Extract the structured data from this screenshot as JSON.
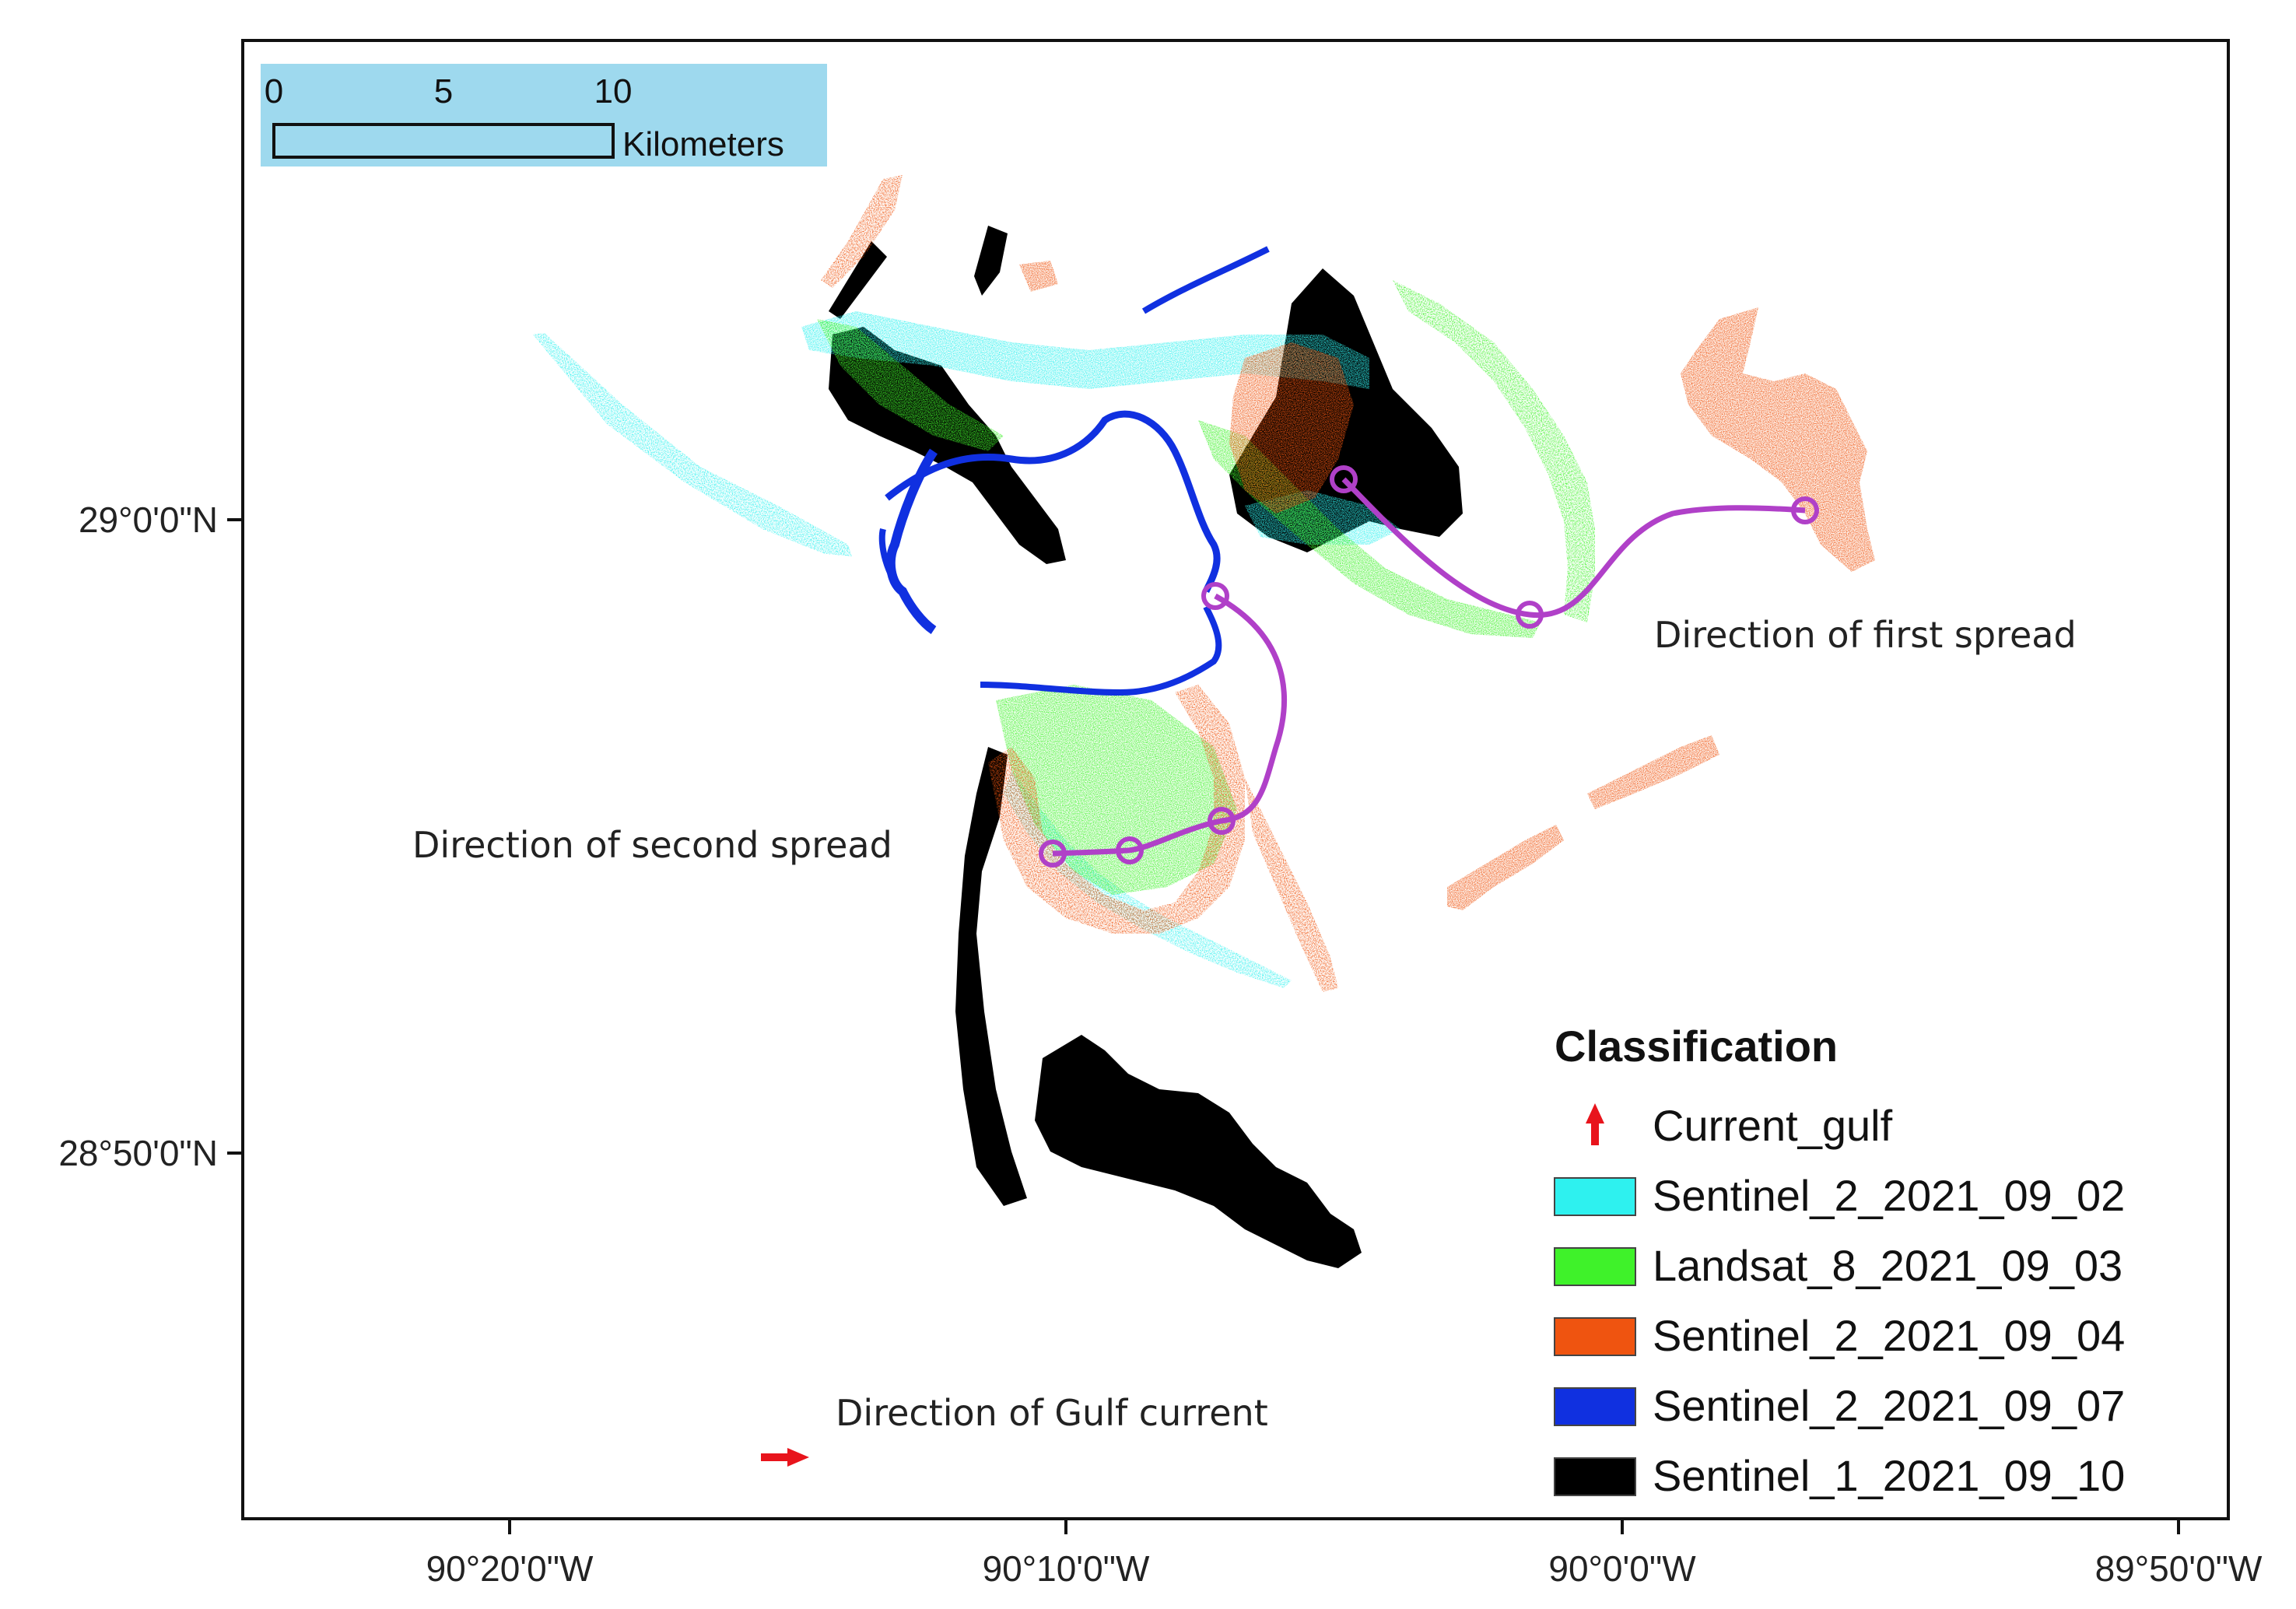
{
  "map": {
    "scale_bar": {
      "ticks": [
        "0",
        "5",
        "10"
      ],
      "unit": "Kilometers",
      "background": "#9ed9ee"
    },
    "latitude_labels": [
      "29°0'0\"N",
      "28°50'0\"N"
    ],
    "longitude_labels": [
      "90°20'0\"W",
      "90°10'0\"W",
      "90°0'0\"W",
      "89°50'0\"W"
    ],
    "annotations": {
      "first_spread": "Direction of first spread",
      "second_spread": "Direction of second spread",
      "gulf_current": "Direction of Gulf current"
    },
    "legend": {
      "title": "Classification",
      "items": [
        {
          "label": "Current_gulf",
          "color": "#e8141c",
          "symbol": "arrow-up-icon"
        },
        {
          "label": "Sentinel_2_2021_09_02",
          "color": "#2ef1ef"
        },
        {
          "label": "Landsat_8_2021_09_03",
          "color": "#3ff22a"
        },
        {
          "label": "Sentinel_2_2021_09_04",
          "color": "#ef5410"
        },
        {
          "label": "Sentinel_2_2021_09_07",
          "color": "#1030e0"
        },
        {
          "label": "Sentinel_1_2021_09_10",
          "color": "#000000"
        }
      ]
    },
    "spread_path_color": "#b040c8",
    "current_arrow_color": "#e8141c"
  }
}
